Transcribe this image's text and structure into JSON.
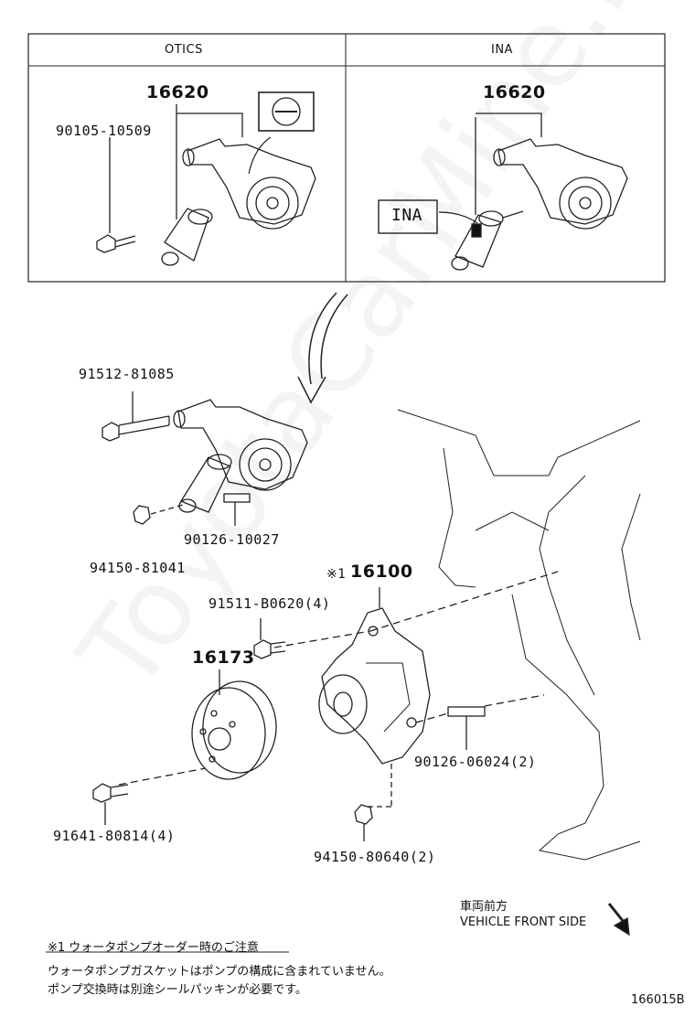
{
  "header": {
    "left_label": "OTICS",
    "right_label": "INA"
  },
  "parts": {
    "otics_tensioner": "16620",
    "otics_bolt": "90105-10509",
    "ina_tensioner": "16620",
    "ina_tag": "INA",
    "bolt_91512": "91512-81085",
    "stud_90126_10027": "90126-10027",
    "nut_94150_81041": "94150-81041",
    "water_pump_prefix": "※1",
    "water_pump": "16100",
    "bolt_91511": "91511-B0620(4)",
    "pulley": "16173",
    "stud_90126_06024": "90126-06024(2)",
    "bolt_91641": "91641-80814(4)",
    "nut_94150_80640": "94150-80640(2)"
  },
  "direction": {
    "jp": "車両前方",
    "en": "VEHICLE FRONT SIDE"
  },
  "note": {
    "title": "※1 ウォータポンプオーダー時のご注意",
    "line1": "ウォータポンプガスケットはポンプの構成に含まれていません。",
    "line2": "ポンプ交換時は別途シールパッキンが必要です。"
  },
  "figure_id": "166015B",
  "watermark": "ToyotaCarMine.ru"
}
